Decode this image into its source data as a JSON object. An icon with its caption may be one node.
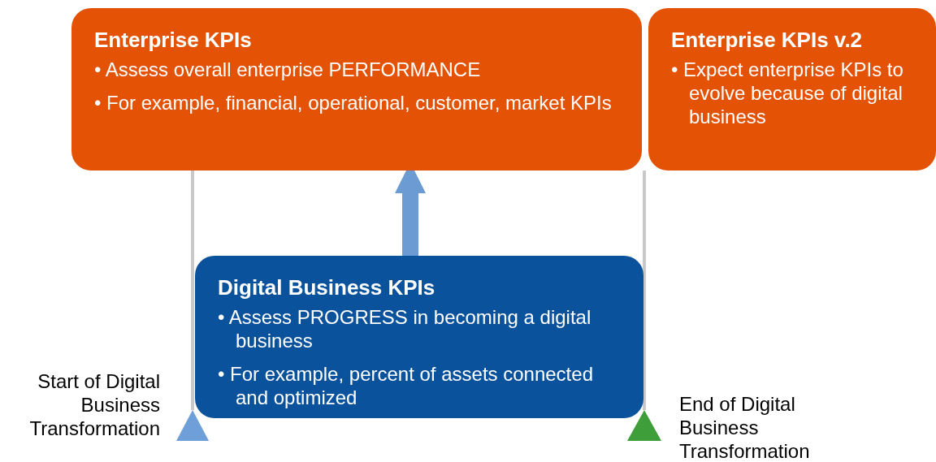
{
  "diagram": {
    "nodes": [
      {
        "text": [
          "Enterprise KPIs",
          "• Assess overall enterprise PERFORMANCE",
          "• For example, financial, operational, customer, market KPIs"
        ]
      },
      {
        "text": [
          "Enterprise KPIs v.2",
          "• Expect enterprise KPIs to evolve because of digital business"
        ]
      },
      {
        "text": [
          "Digital Business KPIs",
          "• Assess PROGRESS in becoming a digital business",
          "• For example, percent of assets connected and optimized"
        ]
      },
      {
        "text": [],
        "shape": "triangle",
        "beside": [
          "Start of Digital Business Transformation"
        ]
      },
      {
        "text": [],
        "shape": "triangle",
        "beside": [
          "End of Digital Business Transformation"
        ]
      }
    ],
    "edges": [
      {
        "from": 2,
        "to": 0,
        "arrow": "to",
        "style": "thick",
        "color": "#6b9bd2"
      },
      {
        "from": 3,
        "to": 0,
        "arrow": "none"
      },
      {
        "from": 4,
        "to": 1,
        "arrow": "none"
      }
    ]
  }
}
